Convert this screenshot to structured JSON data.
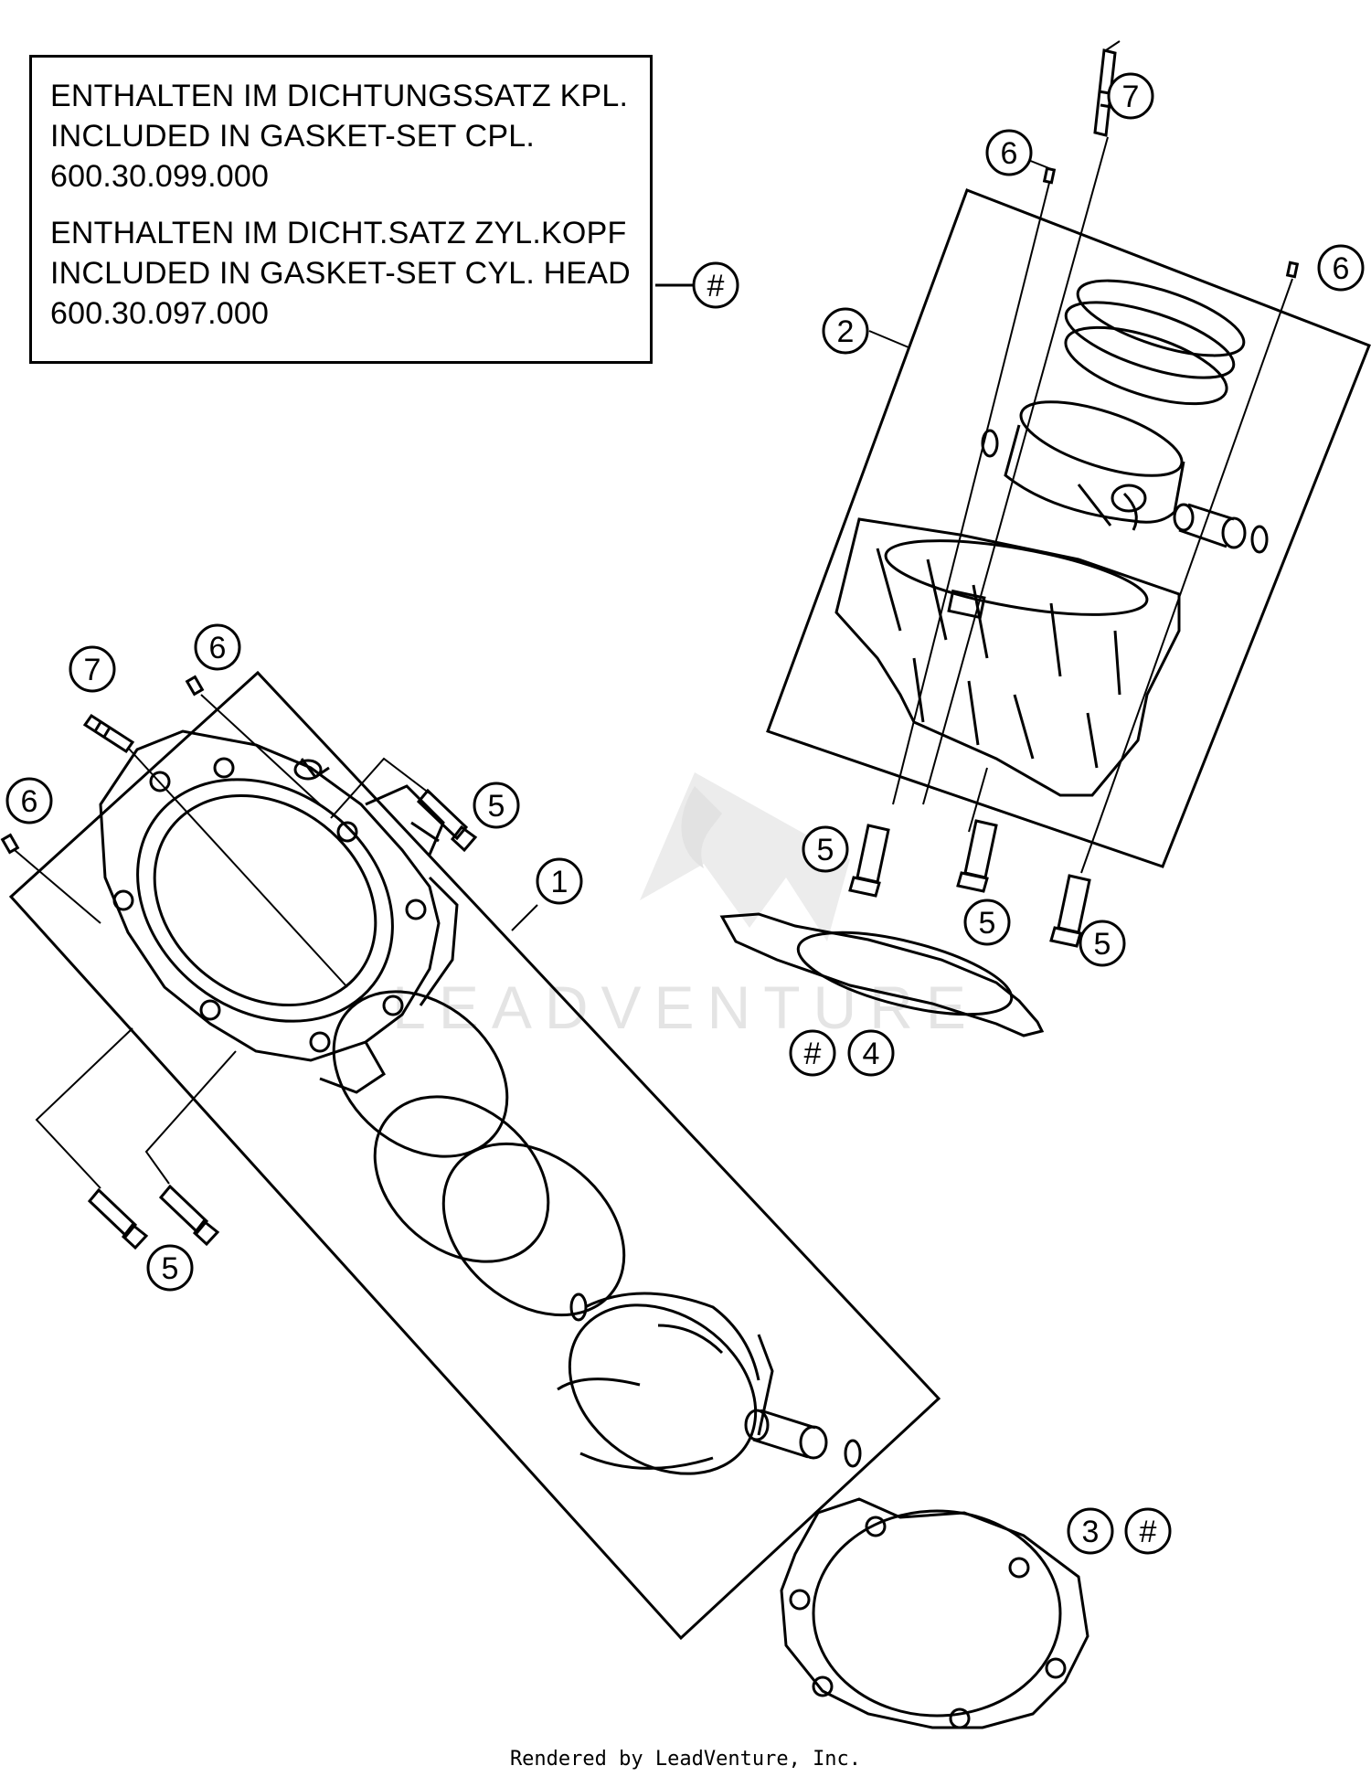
{
  "legend": {
    "block1": {
      "line1": "ENTHALTEN IM DICHTUNGSSATZ KPL.",
      "line2": "INCLUDED IN GASKET-SET CPL.",
      "line3": "600.30.099.000"
    },
    "block2": {
      "line1": "ENTHALTEN IM DICHT.SATZ ZYL.KOPF",
      "line2": "INCLUDED IN GASKET-SET CYL. HEAD",
      "line3": "600.30.097.000"
    },
    "marker": "#"
  },
  "callouts": {
    "c1": "1",
    "c2": "2",
    "c3": "3",
    "c4": "4",
    "c5": "5",
    "c6": "6",
    "c7": "7",
    "hash": "#"
  },
  "watermark": "LEADVENTURE",
  "footer": "Rendered by LeadVenture, Inc."
}
